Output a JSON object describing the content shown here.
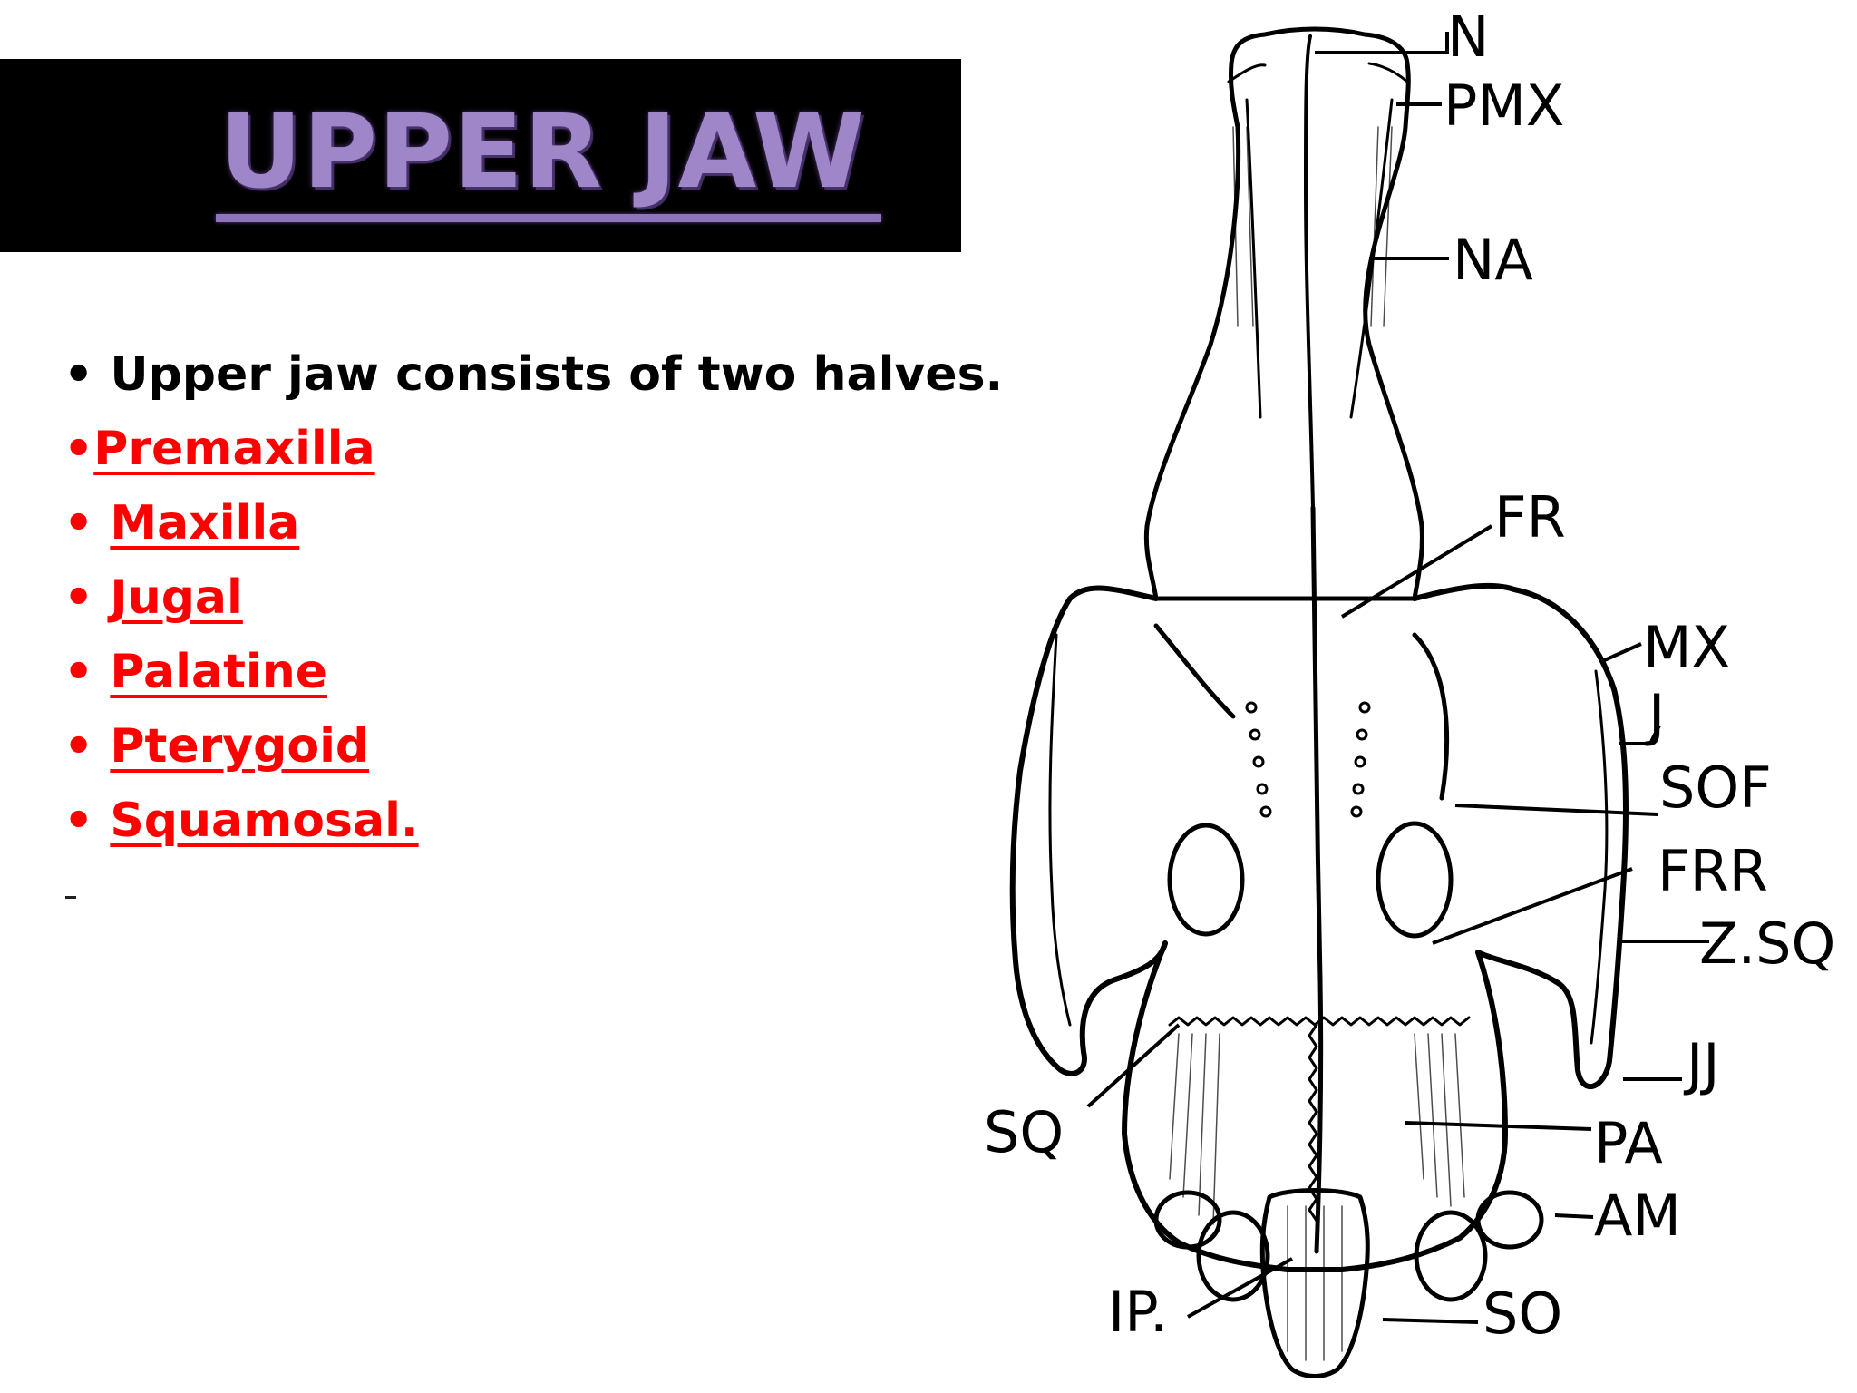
{
  "slide": {
    "title": "UPPER JAW",
    "intro": "Upper jaw consists of two halves.",
    "bullets": [
      {
        "marker": "•",
        "label": "Premaxilla"
      },
      {
        "marker": "• ",
        "label": "Maxilla"
      },
      {
        "marker": "• ",
        "label": "Jugal"
      },
      {
        "marker": "• ",
        "label": "Palatine"
      },
      {
        "marker": "• ",
        "label": "Pterygoid"
      },
      {
        "marker": "• ",
        "label": "Squamosal."
      }
    ],
    "stray_mark": "-"
  },
  "diagram": {
    "labels": {
      "n": "N",
      "pmx": "PMX",
      "na": "NA",
      "fr": "FR",
      "mx": "MX",
      "j": "J",
      "sof": "SOF",
      "frr": "FRR",
      "zsq": "Z.SQ",
      "jj": "JJ",
      "pa": "PA",
      "am": "AM",
      "so": "SO",
      "sq": "SQ",
      "ip": "IP."
    }
  },
  "colors": {
    "title": "#9f86c8",
    "title_bar": "#000000",
    "bullet_red": "#ff0000",
    "text": "#000000"
  }
}
